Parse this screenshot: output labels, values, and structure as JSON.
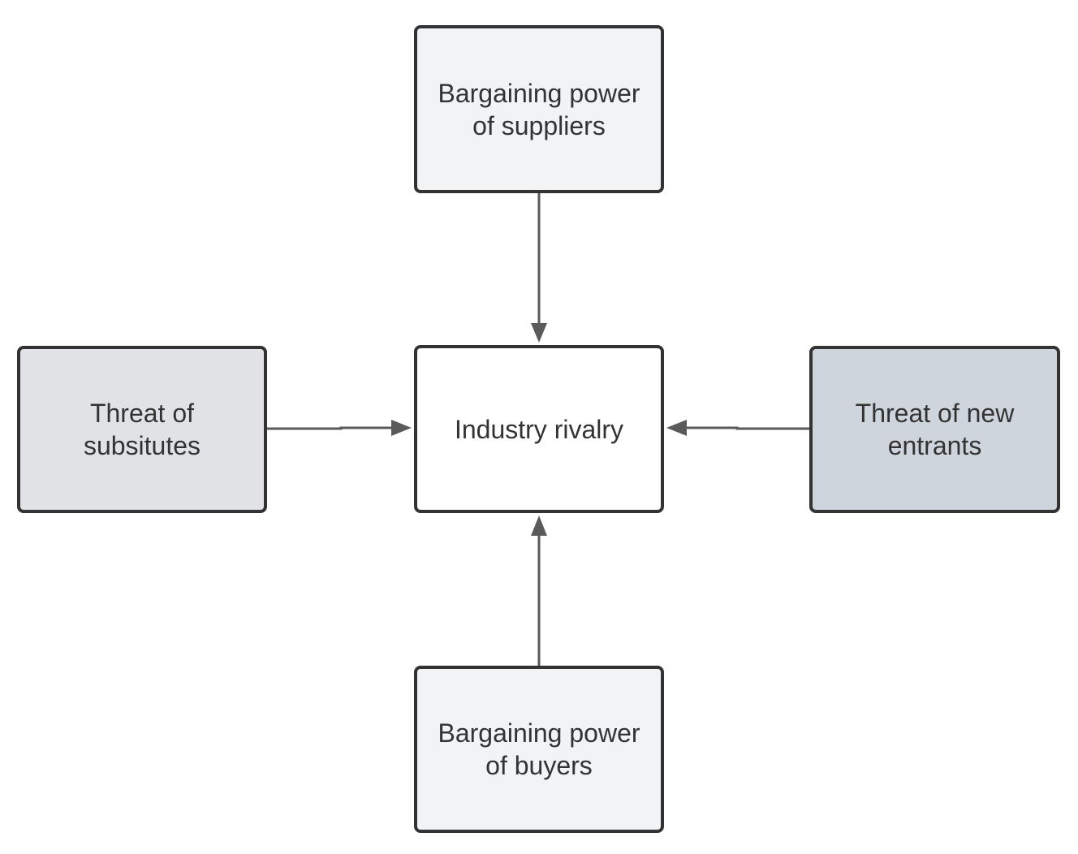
{
  "nodes": {
    "suppliers": {
      "line1": "Bargaining power",
      "line2": "of suppliers",
      "fill": "#f2f3f5"
    },
    "rivalry": {
      "label": "Industry rivalry",
      "fill": "#ffffff"
    },
    "substitutes": {
      "line1": "Threat of",
      "line2": "subsitutes",
      "fill": "#e0e2e6"
    },
    "entrants": {
      "line1": "Threat of new",
      "line2": "entrants",
      "fill": "#cfd5dd"
    },
    "buyers": {
      "line1": "Bargaining power",
      "line2": "of buyers",
      "fill": "#f2f3f5"
    }
  },
  "edges": [
    {
      "from": "suppliers",
      "to": "rivalry"
    },
    {
      "from": "substitutes",
      "to": "rivalry"
    },
    {
      "from": "entrants",
      "to": "rivalry"
    },
    {
      "from": "buyers",
      "to": "rivalry"
    }
  ],
  "colors": {
    "border": "#333333",
    "text": "#333333",
    "arrow": "#5a5a5a"
  }
}
